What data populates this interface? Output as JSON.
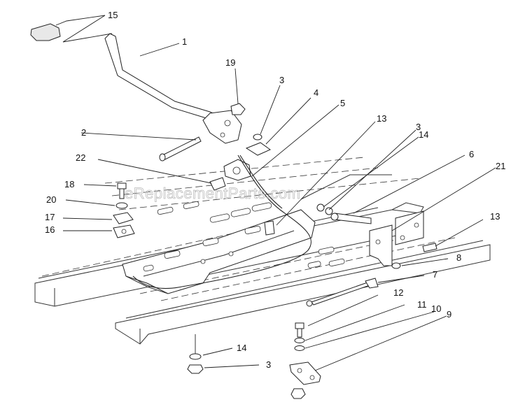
{
  "watermark": "eReplacementParts.com",
  "callouts": [
    {
      "id": "c15",
      "label": "15"
    },
    {
      "id": "c1",
      "label": "1"
    },
    {
      "id": "c19",
      "label": "19"
    },
    {
      "id": "c3a",
      "label": "3"
    },
    {
      "id": "c4",
      "label": "4"
    },
    {
      "id": "c5",
      "label": "5"
    },
    {
      "id": "c2",
      "label": "2"
    },
    {
      "id": "c13a",
      "label": "13"
    },
    {
      "id": "c3b",
      "label": "3"
    },
    {
      "id": "c14a",
      "label": "14"
    },
    {
      "id": "c22",
      "label": "22"
    },
    {
      "id": "c6",
      "label": "6"
    },
    {
      "id": "c21",
      "label": "21"
    },
    {
      "id": "c18",
      "label": "18"
    },
    {
      "id": "c20",
      "label": "20"
    },
    {
      "id": "c17",
      "label": "17"
    },
    {
      "id": "c16",
      "label": "16"
    },
    {
      "id": "c13b",
      "label": "13"
    },
    {
      "id": "c8",
      "label": "8"
    },
    {
      "id": "c7",
      "label": "7"
    },
    {
      "id": "c12",
      "label": "12"
    },
    {
      "id": "c11",
      "label": "11"
    },
    {
      "id": "c10",
      "label": "10"
    },
    {
      "id": "c9",
      "label": "9"
    },
    {
      "id": "c14b",
      "label": "14"
    },
    {
      "id": "c3c",
      "label": "3"
    }
  ]
}
